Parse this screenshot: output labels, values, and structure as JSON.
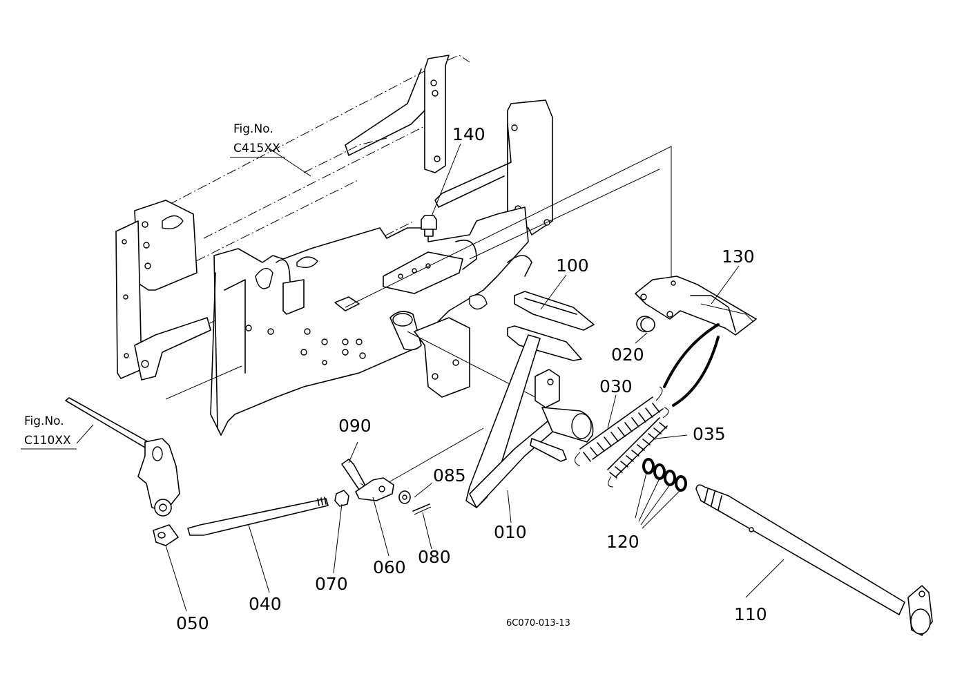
{
  "diagram": {
    "drawing_code": "6C070-013-13",
    "figure_refs": [
      {
        "id": "ref-c415",
        "line1": "Fig.No.",
        "line2": "C415XX"
      },
      {
        "id": "ref-c110",
        "line1": "Fig.No.",
        "line2": "C110XX"
      }
    ],
    "part_labels": {
      "p010": "010",
      "p020": "020",
      "p030": "030",
      "p035": "035",
      "p040": "040",
      "p050": "050",
      "p060": "060",
      "p070": "070",
      "p080": "080",
      "p085": "085",
      "p090": "090",
      "p100": "100",
      "p110": "110",
      "p120": "120",
      "p130": "130",
      "p140": "140"
    }
  }
}
